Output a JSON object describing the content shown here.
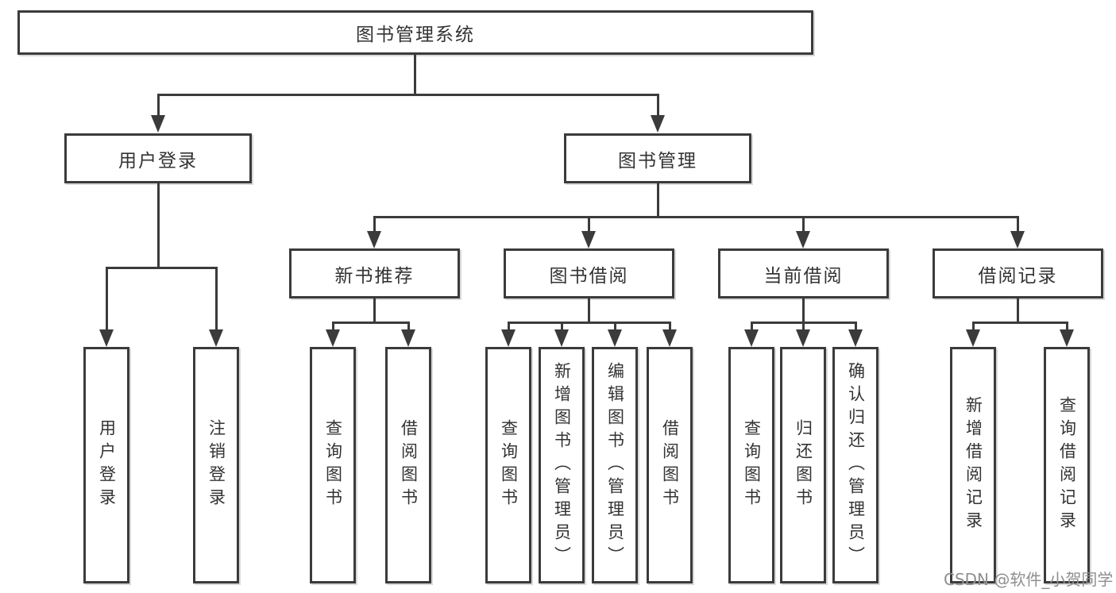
{
  "diagram": {
    "root": {
      "label": "图书管理系统"
    },
    "login_branch": {
      "label": "用户登录",
      "children": [
        "用户登录",
        "注销登录"
      ]
    },
    "mgmt_branch": {
      "label": "图书管理",
      "groups": [
        {
          "label": "新书推荐",
          "children": [
            "查询图书",
            "借阅图书"
          ]
        },
        {
          "label": "图书借阅",
          "children": [
            "查询图书",
            "新增图书（管理员）",
            "编辑图书（管理员）",
            "借阅图书"
          ]
        },
        {
          "label": "当前借阅",
          "children": [
            "查询图书",
            "归还图书",
            "确认归还（管理员）"
          ]
        },
        {
          "label": "借阅记录",
          "children": [
            "新增借阅记录",
            "查询借阅记录"
          ]
        }
      ]
    },
    "watermark": "CSDN @软件_小贺同学",
    "colors": {
      "line": "#3b3b3b",
      "text": "#333333",
      "watermark": "#8f8f8f",
      "background": "#ffffff"
    }
  }
}
